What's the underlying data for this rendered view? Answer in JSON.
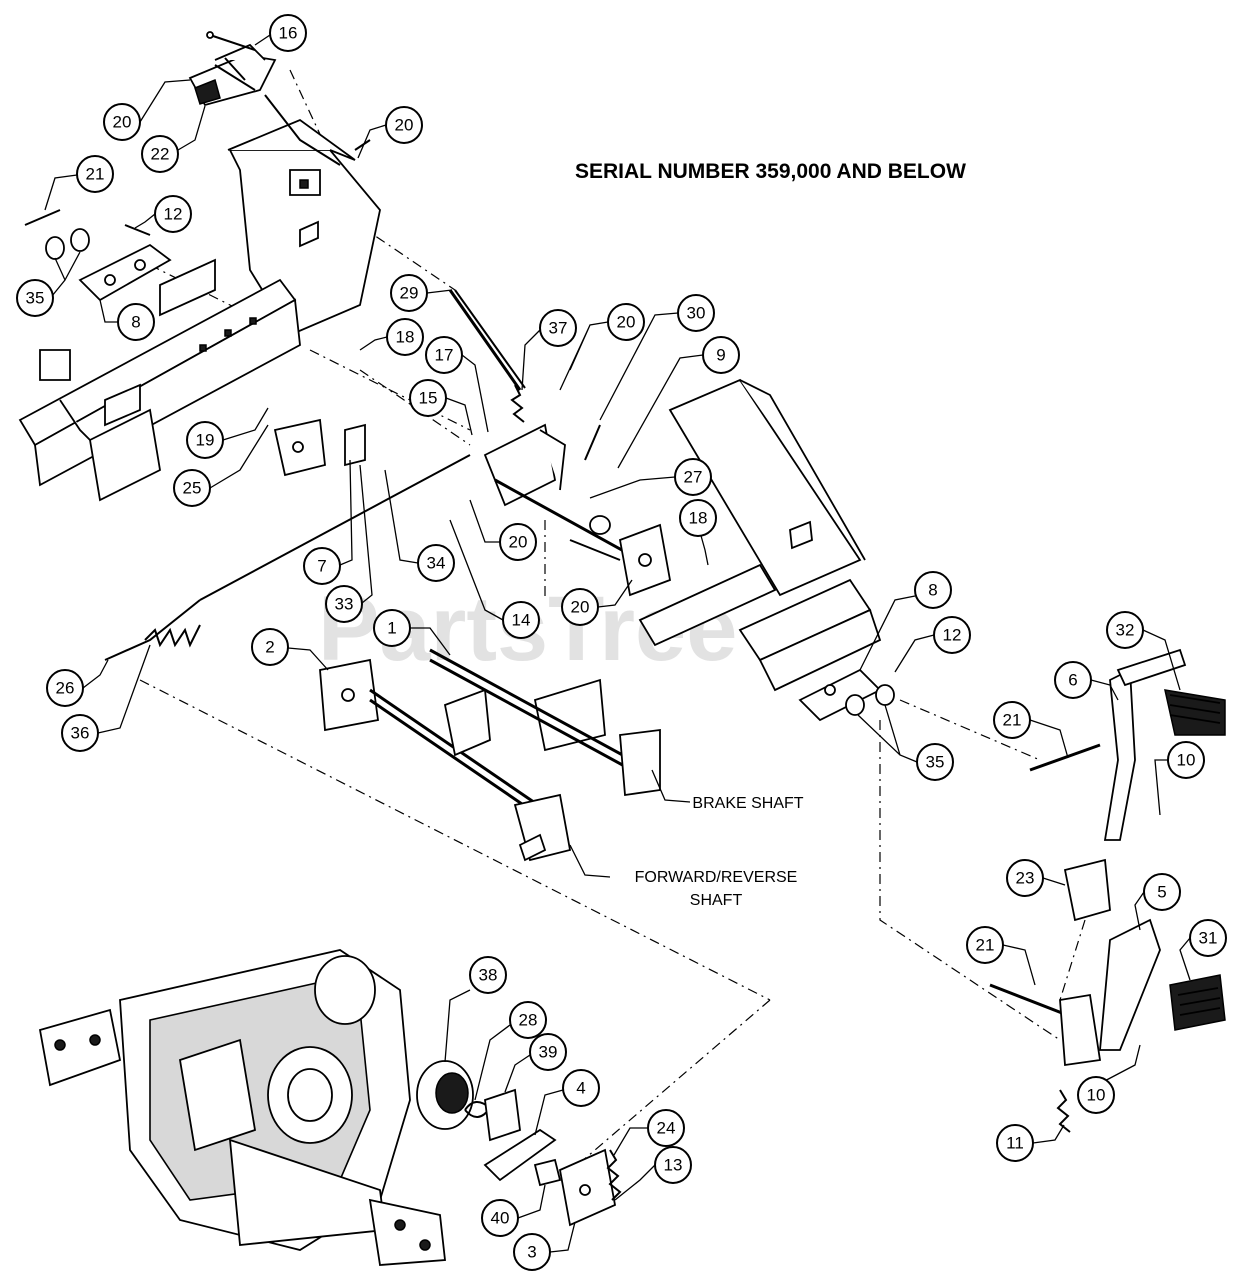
{
  "title": "SERIAL NUMBER 359,000 AND BELOW",
  "labels": {
    "brake_shaft": "BRAKE SHAFT",
    "forward_reverse_line1": "FORWARD/REVERSE",
    "forward_reverse_line2": "SHAFT"
  },
  "watermark": "PartsTree",
  "callouts": [
    {
      "id": "c16a",
      "num": "16"
    },
    {
      "id": "c20a",
      "num": "20"
    },
    {
      "id": "c22",
      "num": "22"
    },
    {
      "id": "c20b",
      "num": "20"
    },
    {
      "id": "c21a",
      "num": "21"
    },
    {
      "id": "c12a",
      "num": "12"
    },
    {
      "id": "c35a",
      "num": "35"
    },
    {
      "id": "c8a",
      "num": "8"
    },
    {
      "id": "c29",
      "num": "29"
    },
    {
      "id": "c37",
      "num": "37"
    },
    {
      "id": "c20c",
      "num": "20"
    },
    {
      "id": "c30",
      "num": "30"
    },
    {
      "id": "c18a",
      "num": "18"
    },
    {
      "id": "c17",
      "num": "17"
    },
    {
      "id": "c9",
      "num": "9"
    },
    {
      "id": "c15",
      "num": "15"
    },
    {
      "id": "c19",
      "num": "19"
    },
    {
      "id": "c25",
      "num": "25"
    },
    {
      "id": "c27",
      "num": "27"
    },
    {
      "id": "c20d",
      "num": "20"
    },
    {
      "id": "c18b",
      "num": "18"
    },
    {
      "id": "c7",
      "num": "7"
    },
    {
      "id": "c34",
      "num": "34"
    },
    {
      "id": "c33",
      "num": "33"
    },
    {
      "id": "c14",
      "num": "14"
    },
    {
      "id": "c20e",
      "num": "20"
    },
    {
      "id": "c8b",
      "num": "8"
    },
    {
      "id": "c2",
      "num": "2"
    },
    {
      "id": "c1",
      "num": "1"
    },
    {
      "id": "c12b",
      "num": "12"
    },
    {
      "id": "c32",
      "num": "32"
    },
    {
      "id": "c26",
      "num": "26"
    },
    {
      "id": "c6",
      "num": "6"
    },
    {
      "id": "c21b",
      "num": "21"
    },
    {
      "id": "c36",
      "num": "36"
    },
    {
      "id": "c35b",
      "num": "35"
    },
    {
      "id": "c10a",
      "num": "10"
    },
    {
      "id": "c23",
      "num": "23"
    },
    {
      "id": "c5",
      "num": "5"
    },
    {
      "id": "c31",
      "num": "31"
    },
    {
      "id": "c21c",
      "num": "21"
    },
    {
      "id": "c38",
      "num": "38"
    },
    {
      "id": "c28",
      "num": "28"
    },
    {
      "id": "c39",
      "num": "39"
    },
    {
      "id": "c4",
      "num": "4"
    },
    {
      "id": "c10b",
      "num": "10"
    },
    {
      "id": "c24",
      "num": "24"
    },
    {
      "id": "c13",
      "num": "13"
    },
    {
      "id": "c11",
      "num": "11"
    },
    {
      "id": "c40",
      "num": "40"
    },
    {
      "id": "c3",
      "num": "3"
    }
  ]
}
